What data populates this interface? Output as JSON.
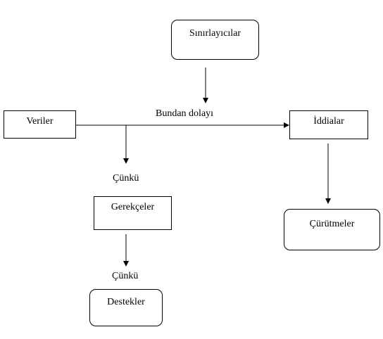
{
  "nodes": {
    "sinirlayicilar": "Sınırlayıcılar",
    "veriler": "Veriler",
    "iddialar": "İddialar",
    "gerekceler": "Gerekçeler",
    "curutmeler": "Çürütmeler",
    "destekler": "Destekler"
  },
  "edge_labels": {
    "bundan_dolayi": "Bundan dolayı",
    "cunku_1": "Çünkü",
    "cunku_2": "Çünkü"
  }
}
